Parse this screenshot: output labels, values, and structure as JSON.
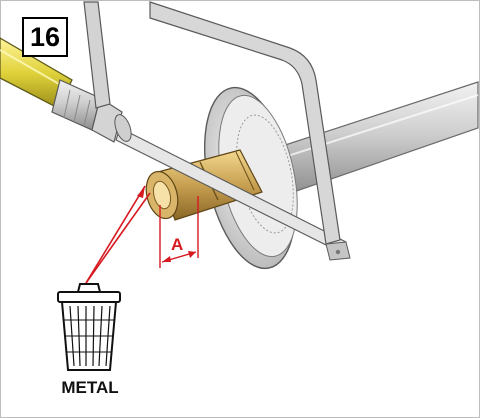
{
  "step": {
    "number": "16"
  },
  "dimension": {
    "label": "A"
  },
  "bin": {
    "label": "METAL"
  },
  "colors": {
    "accent": "#d71920",
    "brass": "#c8a052",
    "handle": "#e0d23a",
    "steel": "#c9c9c9",
    "outline": "#5a5a5a"
  }
}
